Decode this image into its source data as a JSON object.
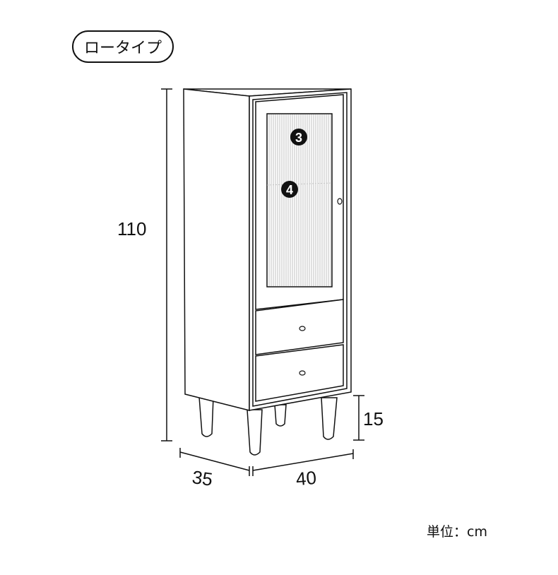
{
  "type_label": "ロータイプ",
  "dimensions": {
    "height": "110",
    "depth": "35",
    "width": "40",
    "leg_height": "15"
  },
  "callouts": [
    "3",
    "4"
  ],
  "unit_label": "単位：cm"
}
